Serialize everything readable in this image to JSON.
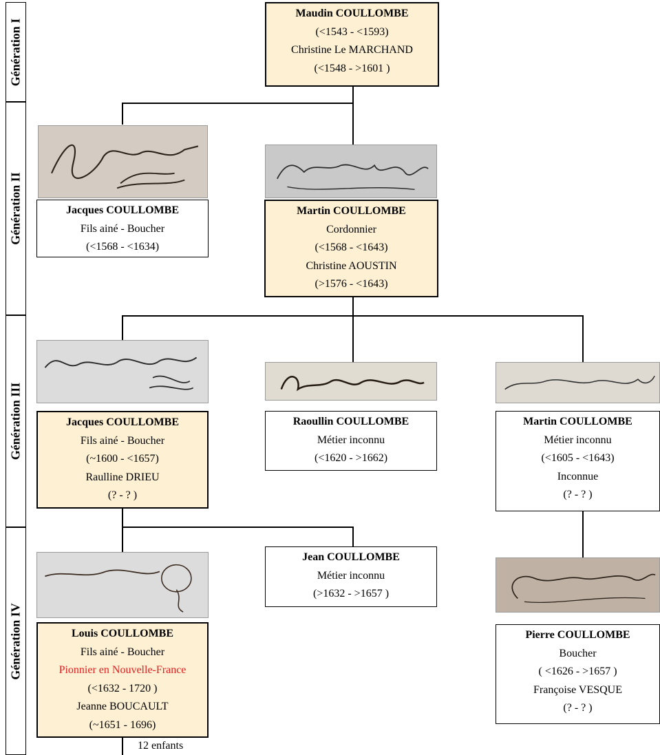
{
  "generations": [
    "Génération I",
    "Génération II",
    "Génération III",
    "Génération IV"
  ],
  "people": {
    "maudin": {
      "name": "Maudin COULLOMBE",
      "lines": [
        "(<1543 - <1593)",
        "Christine Le MARCHAND",
        "(<1548 - >1601 )"
      ]
    },
    "jacques1": {
      "name": "Jacques COULLOMBE",
      "lines": [
        "Fils ainé - Boucher",
        "(<1568 - <1634)"
      ]
    },
    "martin1": {
      "name": "Martin COULLOMBE",
      "lines": [
        "Cordonnier",
        "(<1568 - <1643)",
        "Christine AOUSTIN",
        "(>1576 - <1643)"
      ]
    },
    "jacques2": {
      "name": "Jacques COULLOMBE",
      "lines": [
        "Fils ainé - Boucher",
        "(~1600 - <1657)",
        "Raulline DRIEU",
        "(? - ? )"
      ]
    },
    "raoullin": {
      "name": "Raoullin COULLOMBE",
      "lines": [
        "Métier inconnu",
        "(<1620 - >1662)"
      ]
    },
    "martin2": {
      "name": "Martin COULLOMBE",
      "lines": [
        "Métier inconnu",
        "(<1605 - <1643)",
        "Inconnue",
        "(? - ? )"
      ]
    },
    "louis": {
      "name": "Louis COULLOMBE",
      "lines": [
        "Fils ainé - Boucher",
        "Pionnier en Nouvelle-France",
        "(<1632 - 1720 )",
        "Jeanne BOUCAULT",
        "(~1651 - 1696)"
      ]
    },
    "jean": {
      "name": "Jean COULLOMBE",
      "lines": [
        "Métier inconnu",
        "(>1632 - >1657 )"
      ]
    },
    "pierre": {
      "name": "Pierre COULLOMBE",
      "lines": [
        "Boucher",
        "( <1626 - >1657 )",
        "Françoise VESQUE",
        "(? - ? )"
      ]
    }
  },
  "children_note": "12 enfants",
  "colors": {
    "married_fill": "#fdf0d3",
    "highlight_text": "#e02020"
  }
}
